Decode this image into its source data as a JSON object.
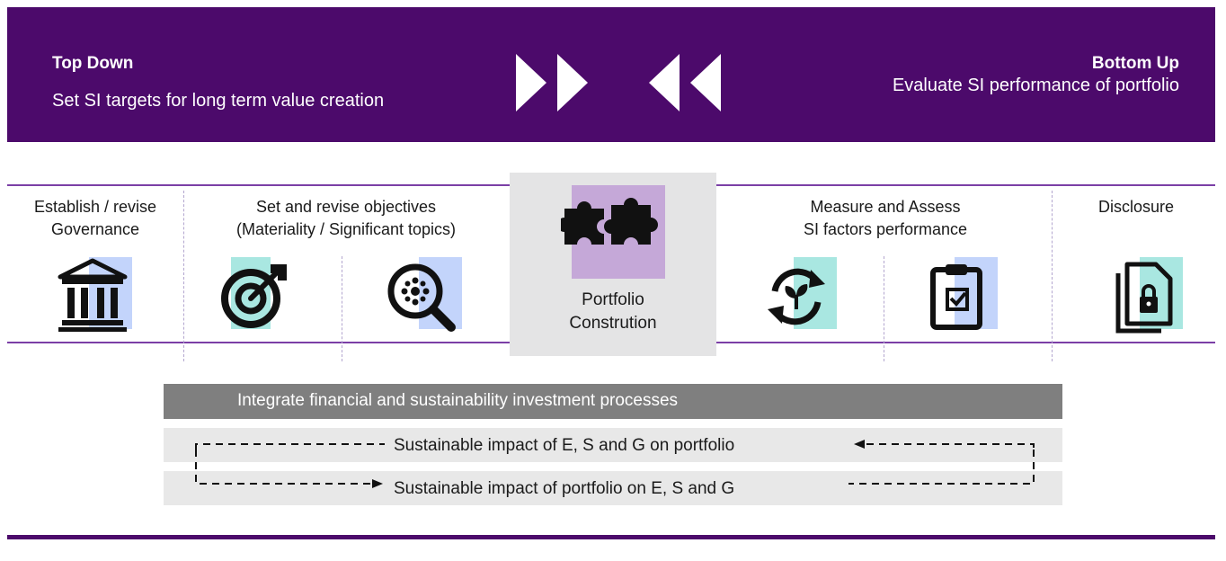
{
  "banner": {
    "left_title": "Top Down",
    "left_subtitle": "Set SI targets for long term value creation",
    "right_title": "Bottom Up",
    "right_subtitle": "Evaluate SI performance of portfolio",
    "background_color": "#4c0a6b"
  },
  "steps": {
    "governance": {
      "label_line1": "Establish / revise",
      "label_line2": "Governance",
      "icon": "bank-icon"
    },
    "objectives": {
      "label_line1": "Set and revise objectives",
      "label_line2": "(Materiality / Significant topics)",
      "icons": [
        "target-icon",
        "magnifier-icon"
      ]
    },
    "portfolio": {
      "label_line1": "Portfolio",
      "label_line2": "Constrution",
      "icon": "puzzle-icon"
    },
    "measure": {
      "label_line1": "Measure and Assess",
      "label_line2": "SI factors performance",
      "icons": [
        "recycle-leaf-icon",
        "clipboard-check-icon"
      ]
    },
    "disclosure": {
      "label": "Disclosure",
      "icon": "document-lock-icon"
    }
  },
  "integration": {
    "header": "Integrate financial and sustainability investment processes",
    "impact_on_portfolio": "Sustainable impact of E, S and G on portfolio",
    "impact_of_portfolio": "Sustainable impact of portfolio on E, S and G"
  },
  "colors": {
    "accent_purple": "#4c0a6b",
    "line_purple": "#7b3fa6",
    "icon_blue_bg": "#c3d4fb",
    "icon_teal_bg": "#a9e7e1",
    "icon_lilac_bg": "#c5a8d8",
    "bar_dark": "#7f7f7f",
    "bar_light": "#e8e8e8"
  }
}
